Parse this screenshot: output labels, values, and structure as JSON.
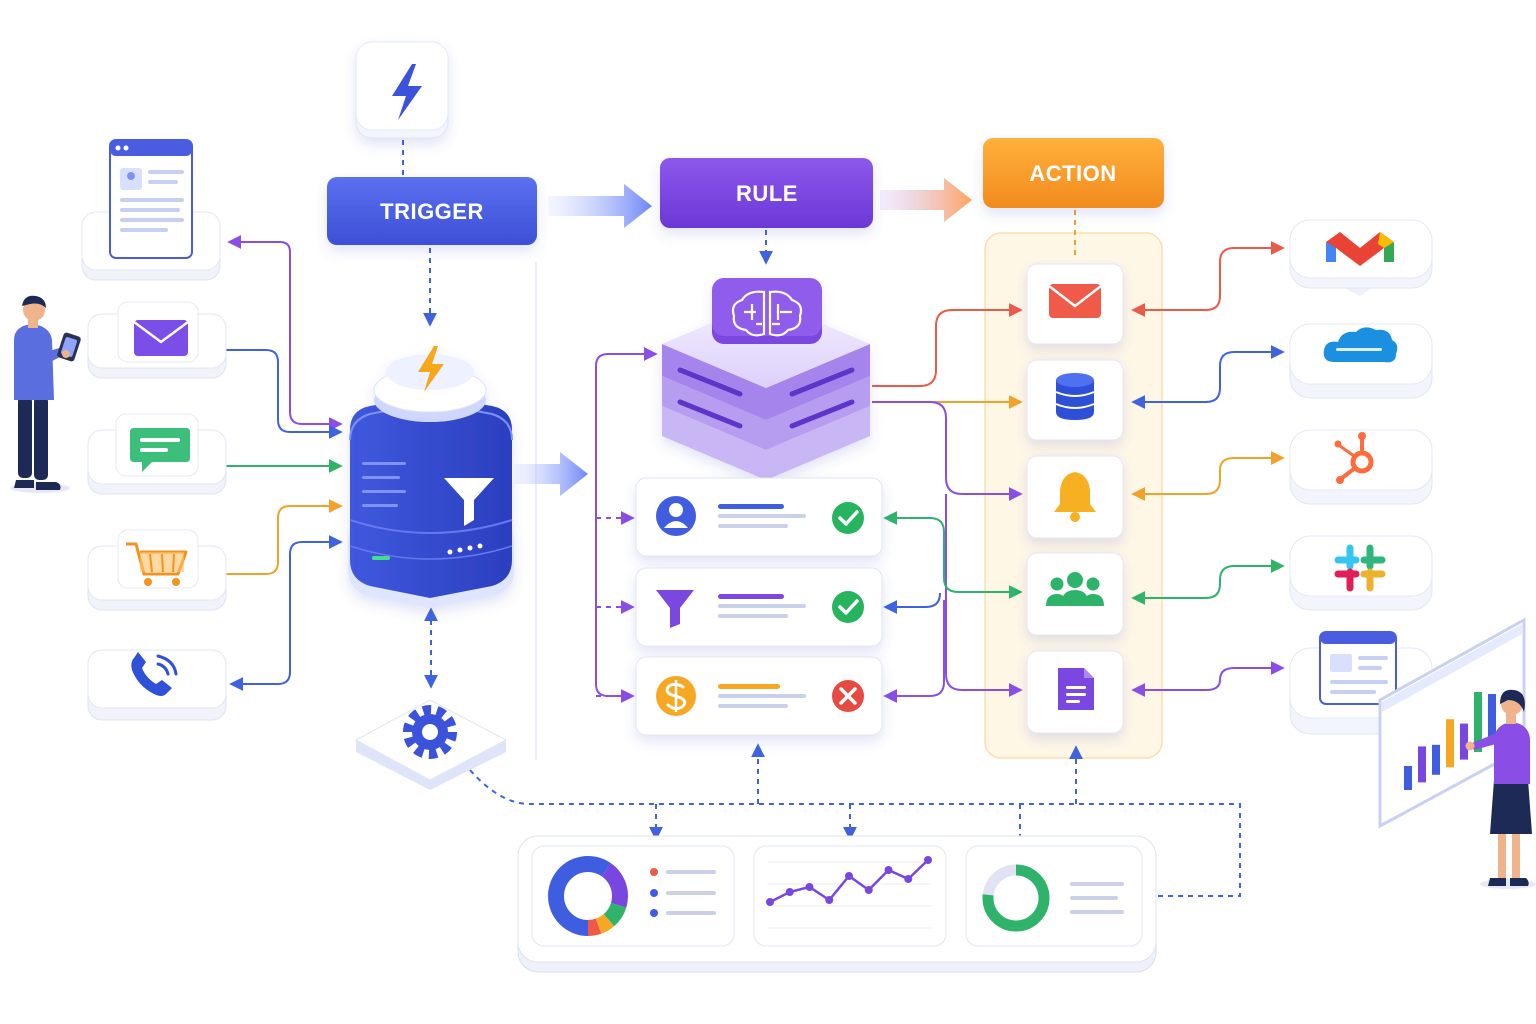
{
  "stages": {
    "trigger": "TRIGGER",
    "rule": "RULE",
    "action": "ACTION"
  },
  "colors": {
    "trigger": "#4a5de0",
    "rule": "#7b45e0",
    "action": "#f59a2b",
    "blue_line": "#3f63e0",
    "purple_line": "#8a4ee6",
    "green_line": "#2fb36a",
    "orange_line": "#f2a12a",
    "red_line": "#ec5a4a"
  },
  "sources": [
    "web-form-icon",
    "email-icon",
    "chat-message-icon",
    "shopping-cart-icon",
    "phone-call-icon"
  ],
  "actions": [
    "mail-icon",
    "database-icon",
    "bell-icon",
    "team-icon",
    "document-icon"
  ],
  "integrations": [
    "gmail-logo-icon",
    "salesforce-cloud-icon",
    "hubspot-icon",
    "slack-icon",
    "web-dashboard-icon"
  ],
  "conditions": [
    {
      "icon": "user-icon",
      "status": "check-icon"
    },
    {
      "icon": "funnel-icon",
      "status": "check-icon"
    },
    {
      "icon": "dollar-icon",
      "status": "cross-icon"
    }
  ],
  "analytics": [
    "donut-chart-icon",
    "line-chart-icon",
    "ring-chart-icon"
  ],
  "trend_points": [
    2,
    3,
    3.5,
    2.2,
    4.6,
    3.2,
    5.2,
    4.3,
    6.2
  ],
  "presentation_bars": [
    2,
    3,
    2.5,
    4,
    3,
    5,
    4.2
  ]
}
